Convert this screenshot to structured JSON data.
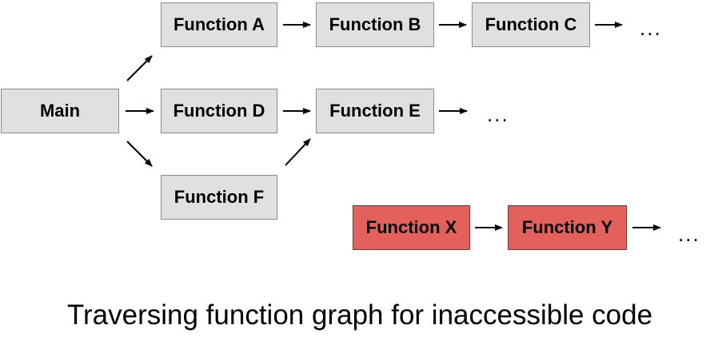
{
  "nodes": {
    "main": "Main",
    "function_a": "Function A",
    "function_b": "Function B",
    "function_c": "Function C",
    "function_d": "Function D",
    "function_e": "Function E",
    "function_f": "Function F",
    "function_x": "Function X",
    "function_y": "Function Y"
  },
  "ellipsis": "...",
  "caption": "Traversing function graph for inaccessible code",
  "colors": {
    "reachable_fill": "#e0e0e0",
    "unreachable_fill": "#e4605c"
  },
  "edges": [
    [
      "Main",
      "Function A"
    ],
    [
      "Main",
      "Function D"
    ],
    [
      "Main",
      "Function F"
    ],
    [
      "Function A",
      "Function B"
    ],
    [
      "Function B",
      "Function C"
    ],
    [
      "Function C",
      "..."
    ],
    [
      "Function D",
      "Function E"
    ],
    [
      "Function F",
      "Function E"
    ],
    [
      "Function E",
      "..."
    ],
    [
      "Function X",
      "Function Y"
    ],
    [
      "Function Y",
      "..."
    ]
  ]
}
